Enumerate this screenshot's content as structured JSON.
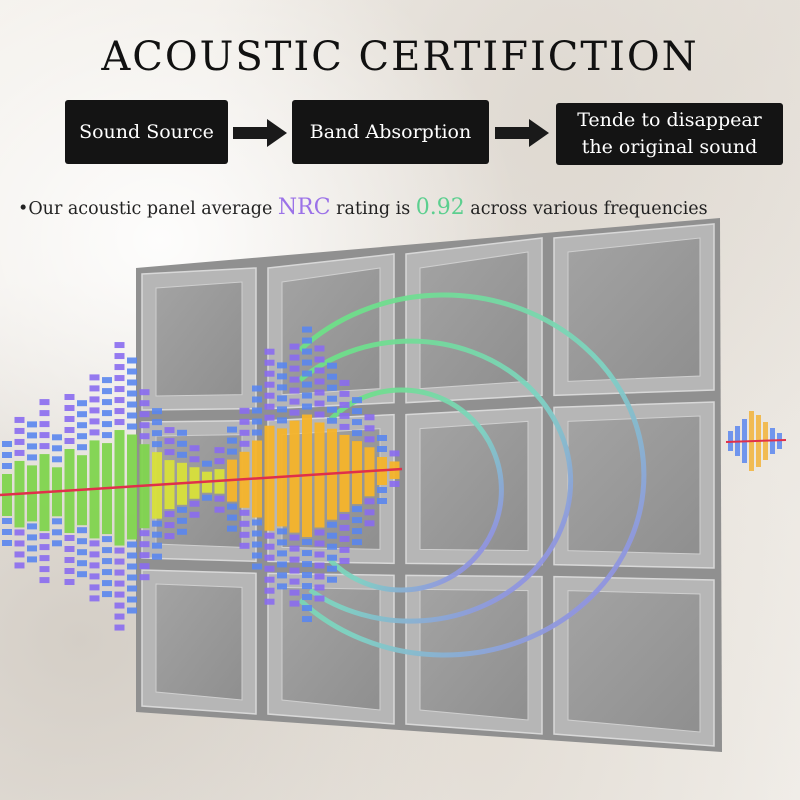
{
  "title": "ACOUSTIC CERTIFICTION",
  "flow": {
    "steps": [
      {
        "label": "Sound Source"
      },
      {
        "label": "Band Absorption"
      },
      {
        "label_line1": "Tende to disappear",
        "label_line2": "the original sound"
      }
    ]
  },
  "note": {
    "bullet": "•",
    "prefix": "Our acoustic panel average ",
    "nrc": "NRC",
    "middle": " rating is ",
    "value": "0.92",
    "suffix": " across various frequencies"
  },
  "colors": {
    "nrc": "#9b72e8",
    "value": "#5ccf8f",
    "step_bg": "#141414",
    "panel": "#9a9a9a",
    "laser": "#e0304a"
  },
  "icons": {
    "arrow": "right-arrow-icon",
    "panel": "acoustic-panel",
    "waves": "sound-wave-rings",
    "equalizer": "equalizer-bars"
  }
}
